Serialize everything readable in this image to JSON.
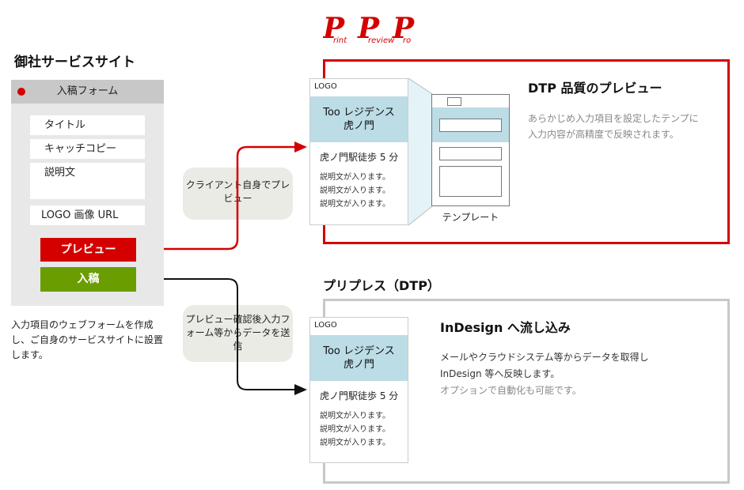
{
  "brand": {
    "logo_text": "PrintPreviewPro"
  },
  "site": {
    "title": "御社サービスサイト",
    "form_header": "入稿フォーム",
    "fields": [
      "タイトル",
      "キャッチコピー",
      "説明文",
      "LOGO 画像 URL"
    ],
    "preview_button": "プレビュー",
    "submit_button": "入稿",
    "description": "入力項目のウェブフォームを作成し、ご自身のサービスサイトに設置します。"
  },
  "bubbles": {
    "preview": "クライアント自身でプレビュー",
    "submit": "プレビュー確認後入力フォーム等からデータを送信"
  },
  "dtp_section": {
    "title": "DTP 品質のプレビュー",
    "description": "あらかじめ入力項目を設定したテンプに入力内容が高精度で反映されます。",
    "template_label": "テンプレート"
  },
  "preprint_section": {
    "title": "プリプレス（DTP）",
    "subtitle": "InDesign へ流し込み",
    "description_lines": [
      "メールやクラウドシステム等からデータを取得し",
      "InDesign 等へ反映します。",
      "オプションで自動化も可能です。"
    ]
  },
  "card": {
    "logo": "LOGO",
    "title_line1": "Too レジデンス",
    "title_line2": "虎ノ門",
    "station": "虎ノ門駅徒歩 5 分",
    "lines": [
      "説明文が入ります。",
      "説明文が入ります。",
      "説明文が入ります。"
    ]
  },
  "colors": {
    "accent_red": "#d40000",
    "accent_green": "#6a9e00",
    "band_blue": "#bcdce6",
    "panel_gray": "#e8e8e8",
    "box_gray": "#c8c8c8"
  }
}
